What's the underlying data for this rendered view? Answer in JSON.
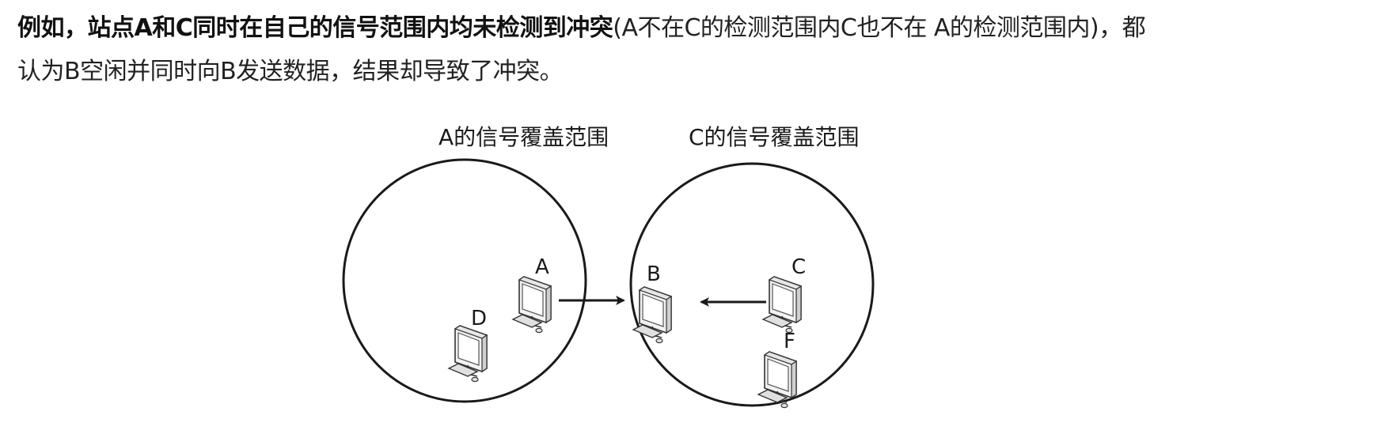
{
  "paragraph": {
    "bold_text": "例如，站点A和C同时在自己的信号范围内均未检测到冲突",
    "normal_text_1": "(A不在C的检测范围内C也不在 A的检测范围内)，都",
    "normal_text_2": "认为B空闲并同时向B发送数据，结果却导致了冲突。"
  },
  "diagram": {
    "range_label_a": "A的信号覆盖范围",
    "range_label_c": "C的信号覆盖范围",
    "stations": {
      "a": "A",
      "b": "B",
      "c": "C",
      "d": "D",
      "f": "F"
    }
  },
  "colors": {
    "stroke": "#1a1a1a",
    "text": "#222222"
  }
}
